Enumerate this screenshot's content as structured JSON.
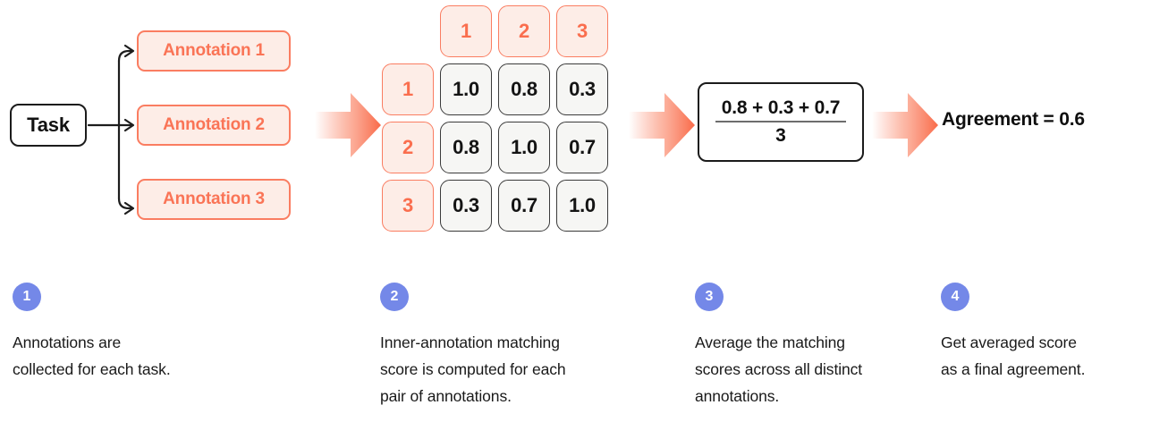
{
  "colors": {
    "coral": "#FA7D61",
    "coral_text": "#FA6E4E",
    "coral_fill": "#FDEDE7",
    "blue_badge": "#7488E8",
    "ink": "#111111",
    "cell_fill": "#F6F6F4",
    "cell_border": "#3b3b3b"
  },
  "flow": {
    "task_label": "Task",
    "annotations": [
      {
        "label": "Annotation 1"
      },
      {
        "label": "Annotation 2"
      },
      {
        "label": "Annotation 3"
      }
    ]
  },
  "matrix": {
    "col_headers": [
      "1",
      "2",
      "3"
    ],
    "row_headers": [
      "1",
      "2",
      "3"
    ],
    "values": [
      [
        "1.0",
        "0.8",
        "0.3"
      ],
      [
        "0.8",
        "1.0",
        "0.7"
      ],
      [
        "0.3",
        "0.7",
        "1.0"
      ]
    ]
  },
  "formula": {
    "numerator": "0.8 + 0.3 + 0.7",
    "denominator": "3"
  },
  "result": {
    "text": "Agreement = 0.6"
  },
  "steps": [
    {
      "number": "1",
      "text": "Annotations are\ncollected for each task."
    },
    {
      "number": "2",
      "text": "Inner-annotation matching\nscore is computed for each\npair of annotations."
    },
    {
      "number": "3",
      "text": "Average the matching\nscores across all distinct\nannotations."
    },
    {
      "number": "4",
      "text": "Get averaged score\nas a final agreement."
    }
  ],
  "icons": {
    "arrow_1": "right-arrow-icon",
    "arrow_2": "right-arrow-icon",
    "arrow_3": "right-arrow-icon",
    "connector": "branch-connector-icon"
  }
}
